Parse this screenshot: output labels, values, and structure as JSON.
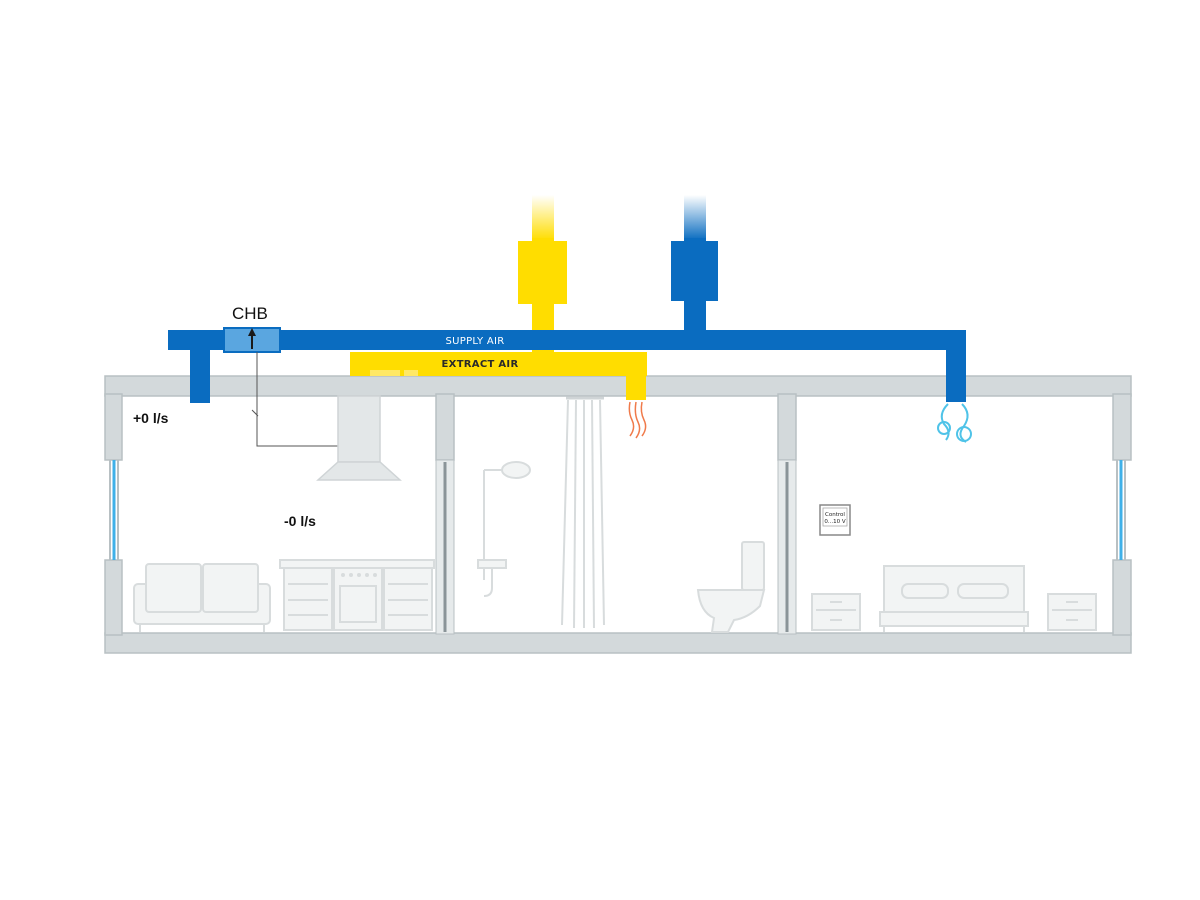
{
  "labels": {
    "supply_air": "SUPPLY AIR",
    "extract_air": "EXTRACT AIR",
    "chb": "CHB",
    "flow_supply": "+0 l/s",
    "flow_extract": "-0 l/s",
    "control_line1": "Control",
    "control_line2": "0...10 V"
  },
  "colors": {
    "supply_duct": "#0a6cc0",
    "extract_duct": "#ffdd00",
    "wall": "#d3d9db",
    "wall_stroke": "#b8c0c3",
    "window_glass": "#3fb0e8",
    "chb_box": "#5aa6e0",
    "heat_plume": "#f07a4a",
    "supply_swirl": "#4fc3e8"
  },
  "icons": {
    "supply_diffuser": "air-swirl-icon",
    "extract_valve": "heat-plume-icon",
    "damper": "damper-arrow-icon"
  }
}
